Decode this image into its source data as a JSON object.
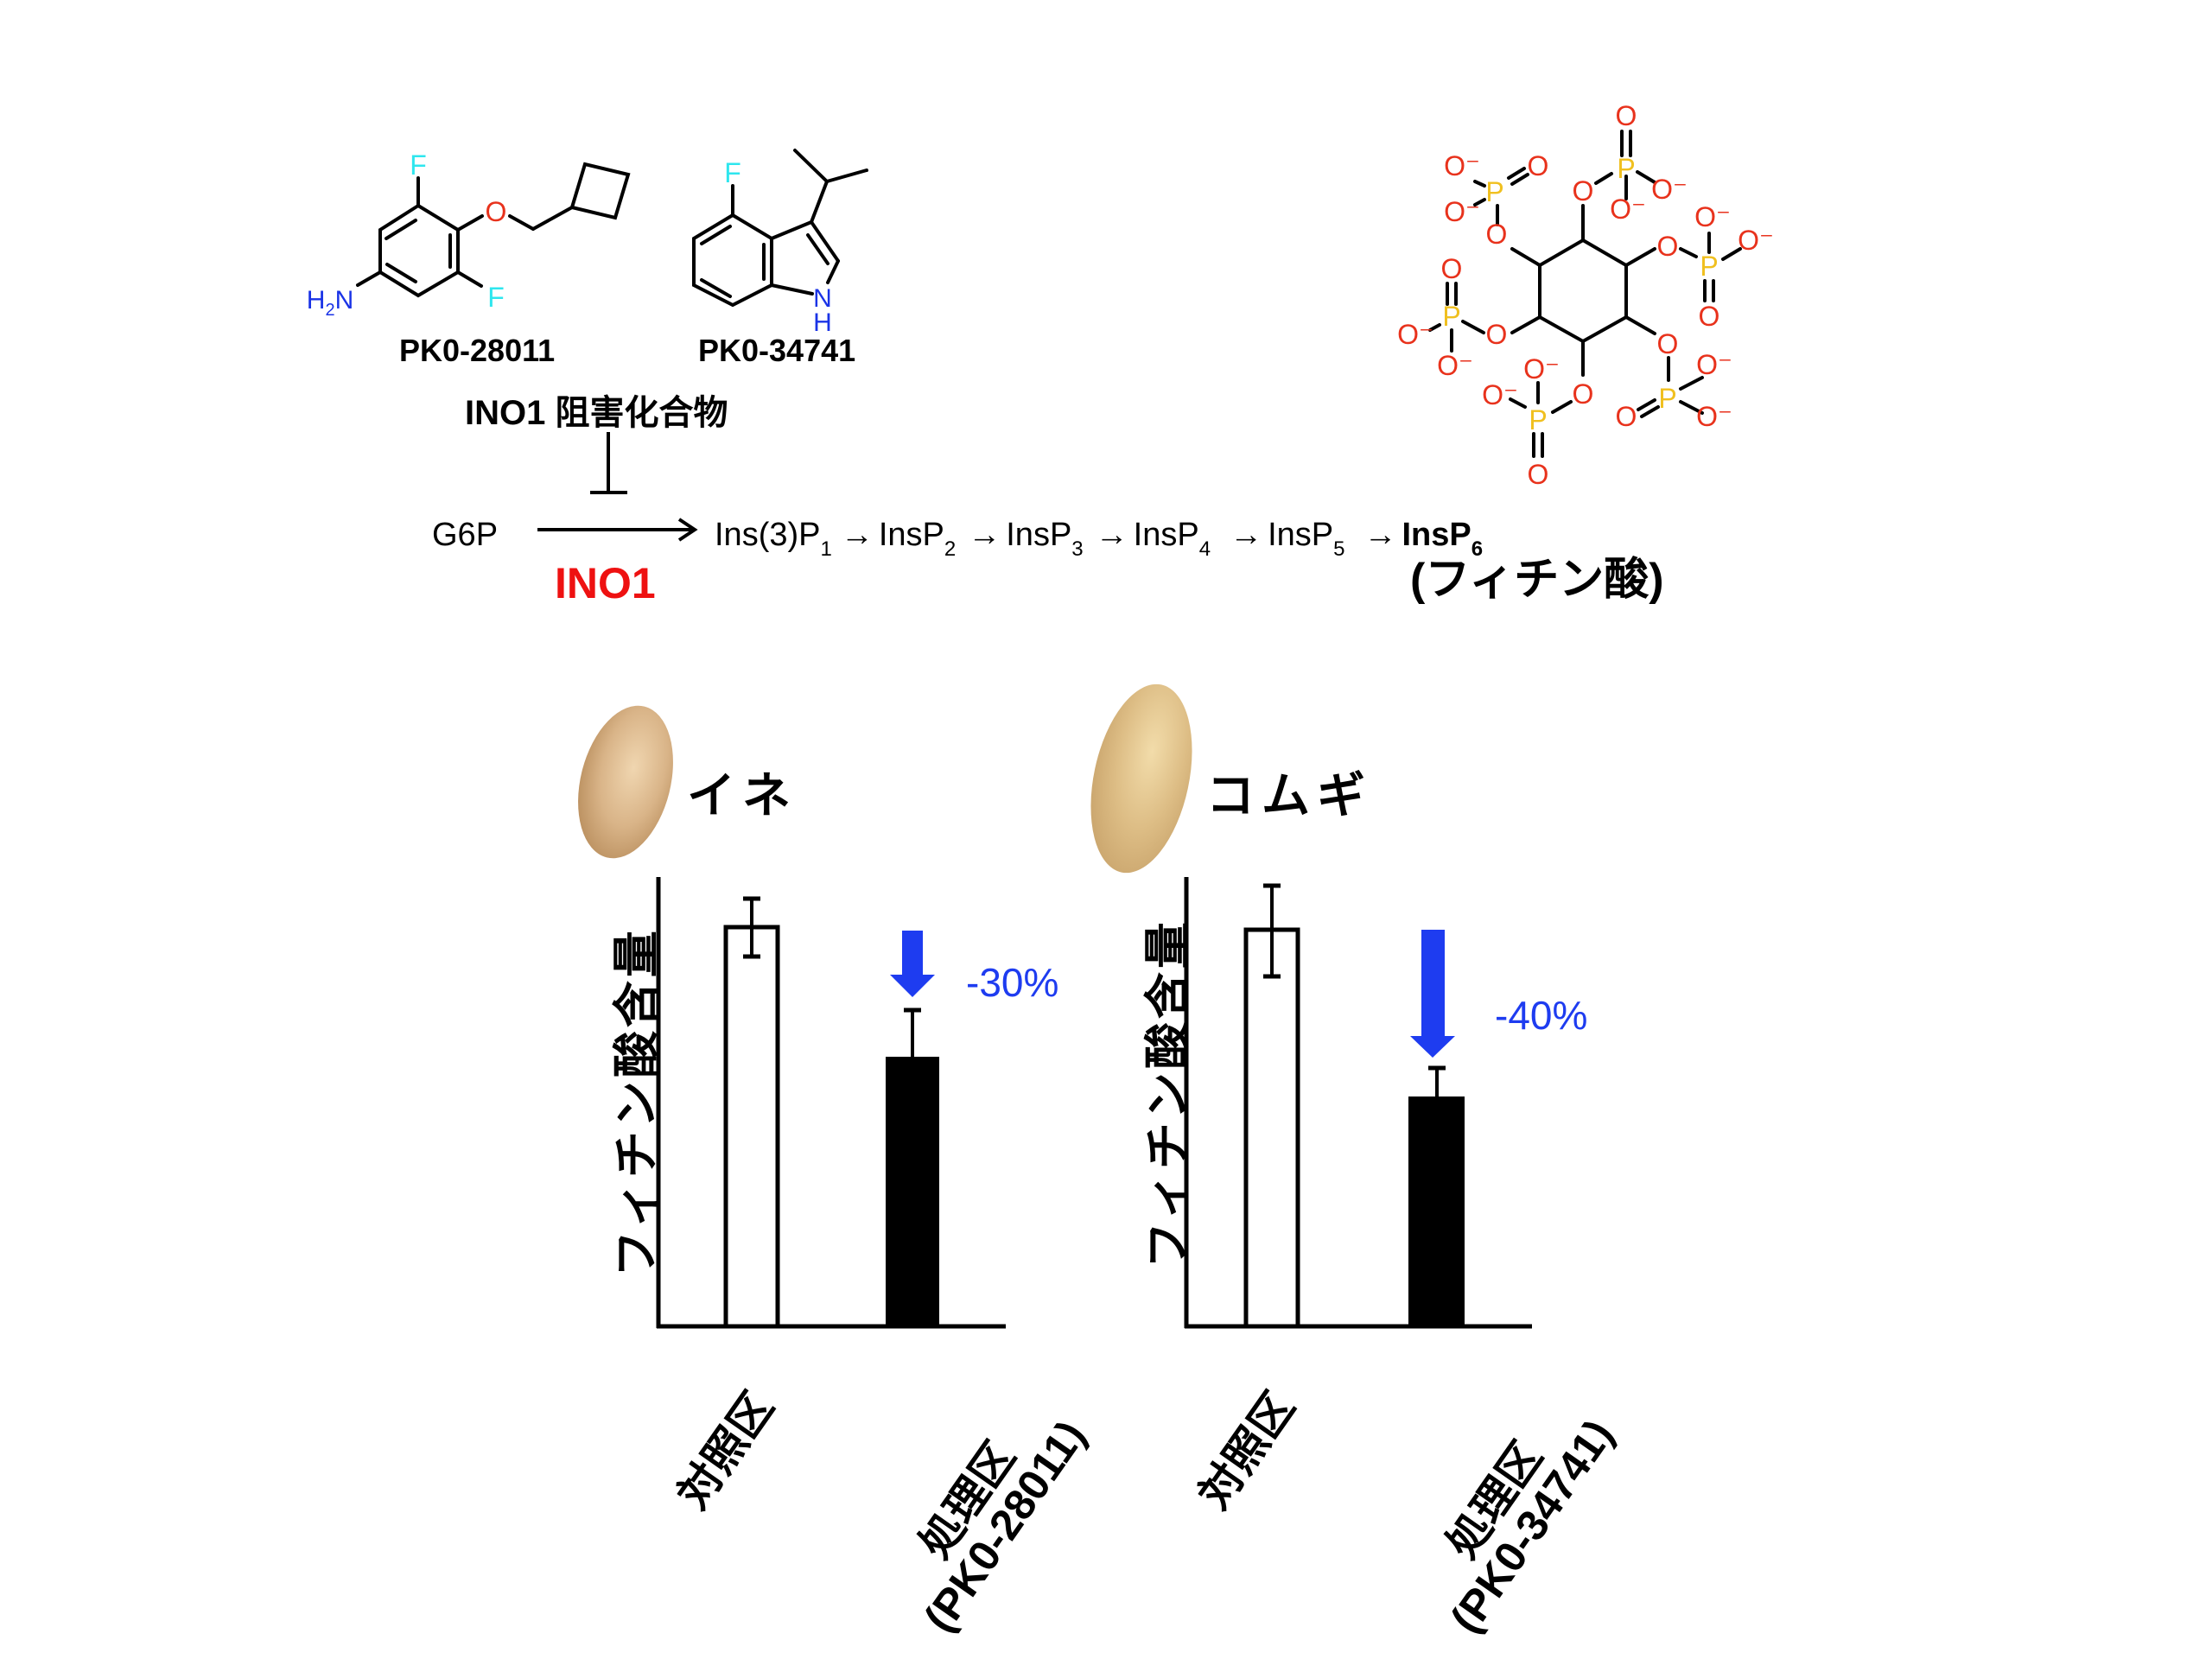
{
  "compounds": [
    {
      "name": "PK0-28011",
      "atoms": {
        "F_top": "F",
        "F_bottom": "F",
        "O": "O",
        "amine": "H2N"
      }
    },
    {
      "name": "PK0-34741",
      "atoms": {
        "F": "F",
        "N": "N",
        "H": "H"
      }
    }
  ],
  "inhibitor_label": "INO1 阻害化合物",
  "pathway": {
    "substrate": "G6P",
    "enzyme": "INO1",
    "steps": [
      {
        "base": "Ins(3)P",
        "sub": "1"
      },
      {
        "base": "InsP",
        "sub": "2"
      },
      {
        "base": "InsP",
        "sub": "3"
      },
      {
        "base": "InsP",
        "sub": "4"
      },
      {
        "base": "InsP",
        "sub": "5"
      },
      {
        "base": "InsP",
        "sub": "6"
      }
    ],
    "product_name": "(フィチン酸)",
    "arrow": "→"
  },
  "phytic_acid_structure": {
    "atom_labels": {
      "oxygen": "O",
      "oxyanion": "O⁻",
      "phosphorus": "P"
    }
  },
  "colors": {
    "enzyme_red": "#ee1111",
    "fluorine_cyan": "#2ee6ee",
    "nitrogen_blue": "#1a33e6",
    "oxygen_red": "#e8321c",
    "phosphorus_yellow": "#f0c020",
    "annotation_blue": "#1e3cf0",
    "bar_control": "#ffffff",
    "bar_treated": "#000000"
  },
  "charts": {
    "rice": {
      "species": "イネ",
      "ylabel": "フィチン酸含量",
      "xlabels": [
        {
          "line1": "対照区",
          "line2": ""
        },
        {
          "line1": "処理区",
          "line2": "(PK0-28011)"
        }
      ],
      "annotation": "-30%"
    },
    "wheat": {
      "species": "コムギ",
      "ylabel": "フィチン酸含量",
      "xlabels": [
        {
          "line1": "対照区",
          "line2": ""
        },
        {
          "line1": "処理区",
          "line2": "(PK0-34741)"
        }
      ],
      "annotation": "-40%"
    }
  },
  "chart_data": [
    {
      "type": "bar",
      "title": "イネ",
      "categories": [
        "対照区",
        "処理区 (PK0-28011)"
      ],
      "values": [
        100,
        68
      ],
      "error_up": [
        7,
        12
      ],
      "error_down": [
        7,
        0
      ],
      "ylabel": "フィチン酸含量",
      "xlabel": "",
      "ylim": [
        0,
        113
      ],
      "annotations": [
        {
          "text": "-30%",
          "target": "処理区 (PK0-28011)",
          "arrow": "down",
          "color": "#1e3cf0"
        }
      ],
      "colors": [
        "#ffffff",
        "#000000"
      ],
      "grid": false,
      "legend": null
    },
    {
      "type": "bar",
      "title": "コムギ",
      "categories": [
        "対照区",
        "処理区 (PK0-34741)"
      ],
      "values": [
        100,
        58
      ],
      "error_up": [
        11,
        7
      ],
      "error_down": [
        12,
        0
      ],
      "ylabel": "フィチン酸含量",
      "xlabel": "",
      "ylim": [
        0,
        113
      ],
      "annotations": [
        {
          "text": "-40%",
          "target": "処理区 (PK0-34741)",
          "arrow": "down",
          "color": "#1e3cf0"
        }
      ],
      "colors": [
        "#ffffff",
        "#000000"
      ],
      "grid": false,
      "legend": null
    }
  ]
}
